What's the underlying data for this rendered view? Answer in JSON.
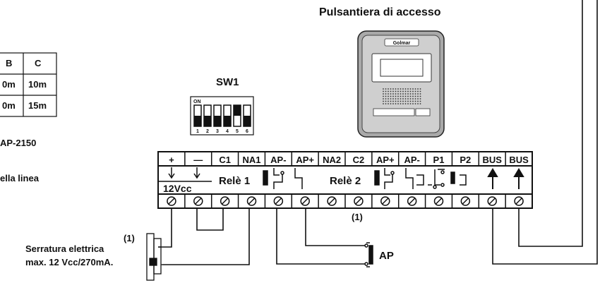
{
  "panel_title": "Pulsantiera di accesso",
  "panel_brand": "Golmar",
  "sw1": {
    "title": "SW1",
    "on_label": "ON",
    "switch_numbers": [
      "1",
      "2",
      "3",
      "4",
      "5",
      "6"
    ],
    "switch_on": [
      false,
      false,
      false,
      false,
      true,
      false
    ]
  },
  "table": {
    "headers": [
      "B",
      "C"
    ],
    "rows": [
      [
        "0m",
        "10m"
      ],
      [
        "0m",
        "15m"
      ]
    ]
  },
  "left_notes": {
    "model_fragment": "AP-2150",
    "line_fragment": "ella linea"
  },
  "terminals": {
    "labels": [
      "+",
      "—",
      "C1",
      "NA1",
      "AP-",
      "AP+",
      "NA2",
      "C2",
      "AP+",
      "AP-",
      "P1",
      "P2",
      "BUS",
      "BUS"
    ],
    "voltage_label": "12Vcc",
    "relay1_label": "Relè 1",
    "relay2_label": "Relè 2"
  },
  "notes": {
    "footnote_mark": "(1)",
    "lock_line1": "Serratura elettrica",
    "lock_line2": "max. 12 Vcc/270mA.",
    "ap_button_label": "AP"
  }
}
